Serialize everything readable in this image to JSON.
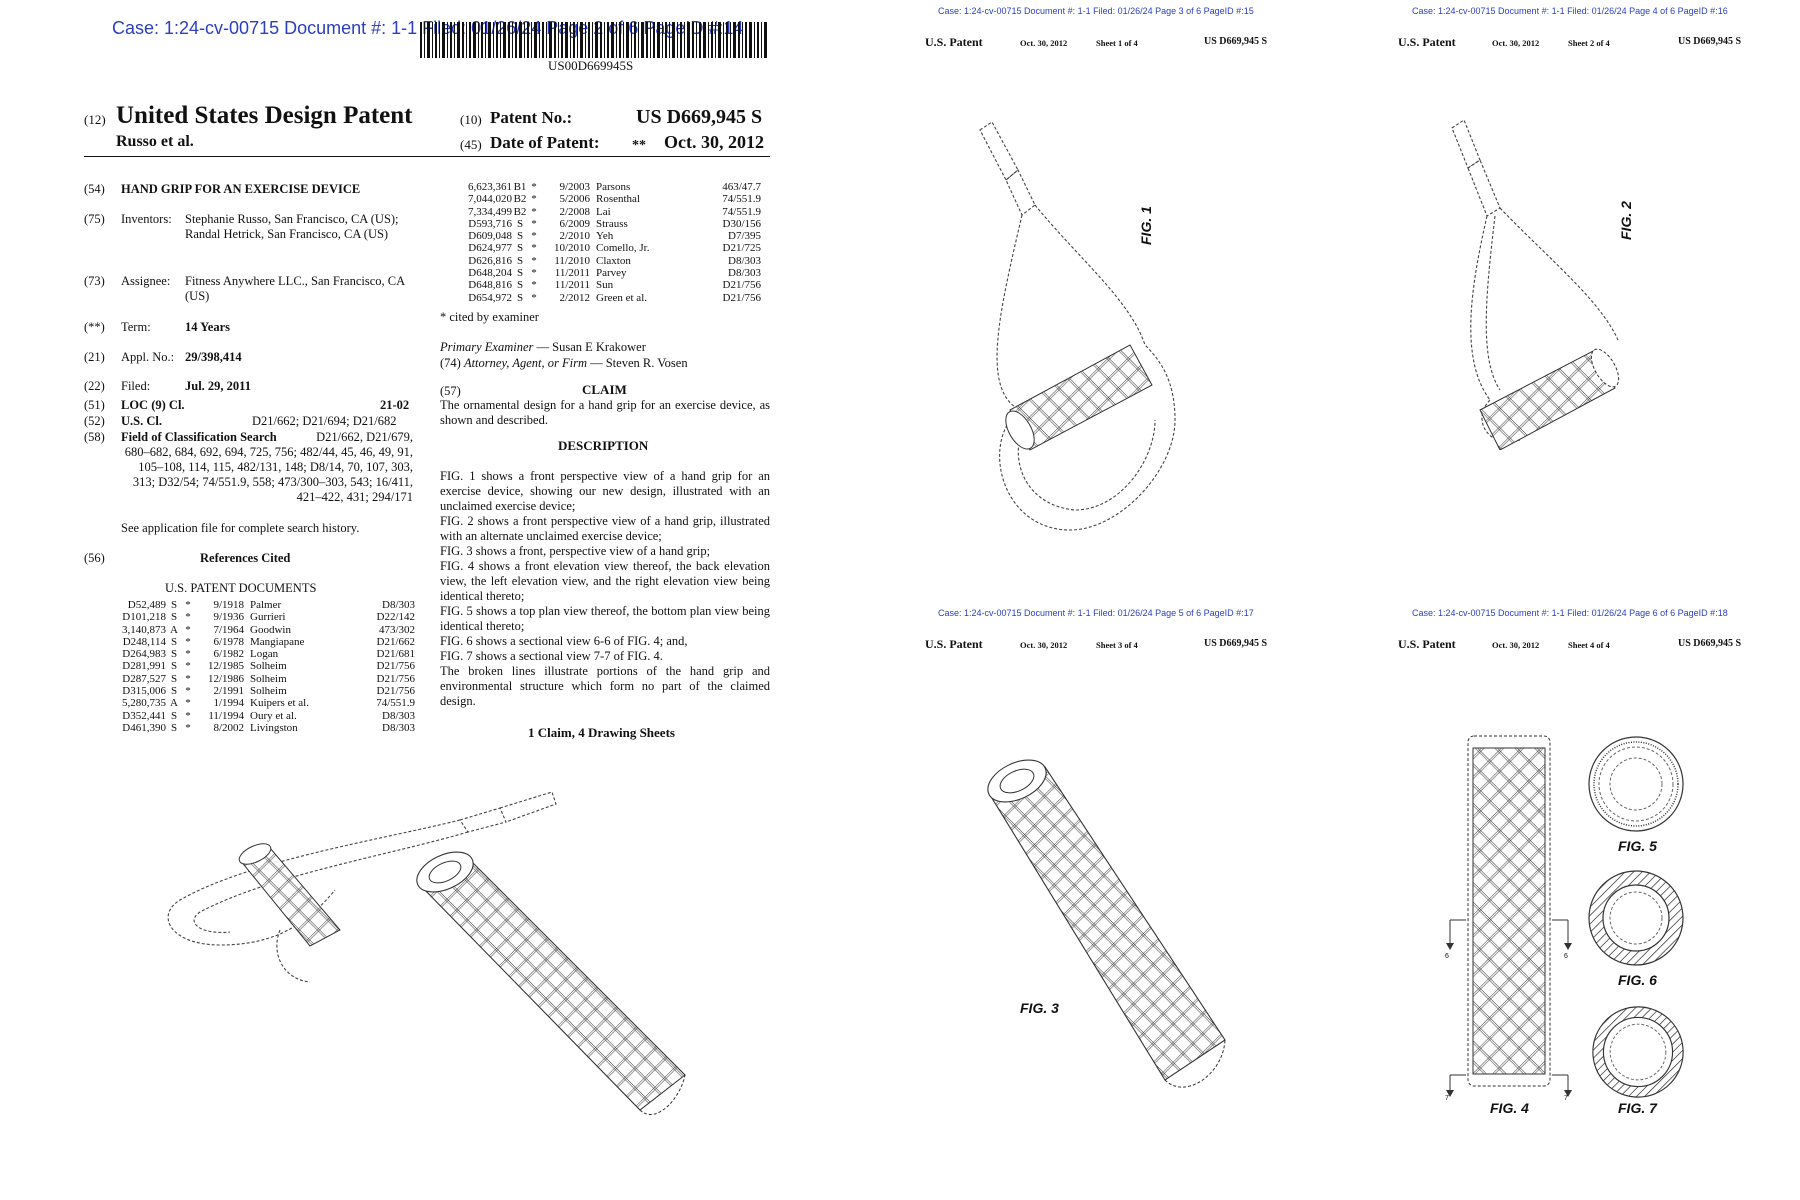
{
  "page1": {
    "case_stamp": "Case: 1:24-cv-00715 Document #: 1-1 Filed: 01/26/24 Page 2 of 6 PageID #:14",
    "barcode_number": "US00D669945S",
    "doc_kind_code": "(12)",
    "doc_title": "United States Design Patent",
    "inventor_short": "Russo et al.",
    "patent_no_code": "(10)",
    "patent_no_label": "Patent No.:",
    "patent_no_value": "US D669,945 S",
    "date_code": "(45)",
    "date_label": "Date of Patent:",
    "date_stars": "**",
    "date_value": "Oct. 30, 2012",
    "title_code": "(54)",
    "title": "HAND GRIP FOR AN EXERCISE DEVICE",
    "inventors_code": "(75)",
    "inventors_label": "Inventors:",
    "inventors_value": "Stephanie Russo, San Francisco, CA (US); Randal Hetrick, San Francisco, CA (US)",
    "assignee_code": "(73)",
    "assignee_label": "Assignee:",
    "assignee_value": "Fitness Anywhere LLC., San Francisco, CA (US)",
    "term_code": "(**)",
    "term_label": "Term:",
    "term_value": "14 Years",
    "appl_code": "(21)",
    "appl_label": "Appl. No.:",
    "appl_value": "29/398,414",
    "filed_code": "(22)",
    "filed_label": "Filed:",
    "filed_value": "Jul. 29, 2011",
    "loc_code": "(51)",
    "loc_label": "LOC (9) Cl.",
    "loc_value": "21-02",
    "uscl_code": "(52)",
    "uscl_label": "U.S. Cl.",
    "uscl_value": "D21/662; D21/694; D21/682",
    "field_code": "(58)",
    "field_label": "Field of Classification Search",
    "field_value": "D21/662, D21/679, 680–682, 684, 692, 694, 725, 756; 482/44, 45, 46, 49, 91, 105–108, 114, 115, 482/131, 148; D8/14, 70, 107, 303, 313; D32/54; 74/551.9, 558; 473/300–303, 543; 16/411, 421–422, 431; 294/171",
    "field_note": "See application file for complete search history.",
    "refs_code": "(56)",
    "refs_title": "References Cited",
    "refs_subtitle": "U.S. PATENT DOCUMENTS",
    "refs_left": [
      {
        "num": "D52,489",
        "kind": "S",
        "star": "*",
        "date": "9/1918",
        "name": "Palmer",
        "cls": "D8/303"
      },
      {
        "num": "D101,218",
        "kind": "S",
        "star": "*",
        "date": "9/1936",
        "name": "Gurrieri",
        "cls": "D22/142"
      },
      {
        "num": "3,140,873",
        "kind": "A",
        "star": "*",
        "date": "7/1964",
        "name": "Goodwin",
        "cls": "473/302"
      },
      {
        "num": "D248,114",
        "kind": "S",
        "star": "*",
        "date": "6/1978",
        "name": "Mangiapane",
        "cls": "D21/662"
      },
      {
        "num": "D264,983",
        "kind": "S",
        "star": "*",
        "date": "6/1982",
        "name": "Logan",
        "cls": "D21/681"
      },
      {
        "num": "D281,991",
        "kind": "S",
        "star": "*",
        "date": "12/1985",
        "name": "Solheim",
        "cls": "D21/756"
      },
      {
        "num": "D287,527",
        "kind": "S",
        "star": "*",
        "date": "12/1986",
        "name": "Solheim",
        "cls": "D21/756"
      },
      {
        "num": "D315,006",
        "kind": "S",
        "star": "*",
        "date": "2/1991",
        "name": "Solheim",
        "cls": "D21/756"
      },
      {
        "num": "5,280,735",
        "kind": "A",
        "star": "*",
        "date": "1/1994",
        "name": "Kuipers et al.",
        "cls": "74/551.9"
      },
      {
        "num": "D352,441",
        "kind": "S",
        "star": "*",
        "date": "11/1994",
        "name": "Oury et al.",
        "cls": "D8/303"
      },
      {
        "num": "D461,390",
        "kind": "S",
        "star": "*",
        "date": "8/2002",
        "name": "Livingston",
        "cls": "D8/303"
      }
    ],
    "refs_right": [
      {
        "num": "6,623,361",
        "kind": "B1",
        "star": "*",
        "date": "9/2003",
        "name": "Parsons",
        "cls": "463/47.7"
      },
      {
        "num": "7,044,020",
        "kind": "B2",
        "star": "*",
        "date": "5/2006",
        "name": "Rosenthal",
        "cls": "74/551.9"
      },
      {
        "num": "7,334,499",
        "kind": "B2",
        "star": "*",
        "date": "2/2008",
        "name": "Lai",
        "cls": "74/551.9"
      },
      {
        "num": "D593,716",
        "kind": "S",
        "star": "*",
        "date": "6/2009",
        "name": "Strauss",
        "cls": "D30/156"
      },
      {
        "num": "D609,048",
        "kind": "S",
        "star": "*",
        "date": "2/2010",
        "name": "Yeh",
        "cls": "D7/395"
      },
      {
        "num": "D624,977",
        "kind": "S",
        "star": "*",
        "date": "10/2010",
        "name": "Comello, Jr.",
        "cls": "D21/725"
      },
      {
        "num": "D626,816",
        "kind": "S",
        "star": "*",
        "date": "11/2010",
        "name": "Claxton",
        "cls": "D8/303"
      },
      {
        "num": "D648,204",
        "kind": "S",
        "star": "*",
        "date": "11/2011",
        "name": "Parvey",
        "cls": "D8/303"
      },
      {
        "num": "D648,816",
        "kind": "S",
        "star": "*",
        "date": "11/2011",
        "name": "Sun",
        "cls": "D21/756"
      },
      {
        "num": "D654,972",
        "kind": "S",
        "star": "*",
        "date": "2/2012",
        "name": "Green et al.",
        "cls": "D21/756"
      }
    ],
    "cited_note": "* cited by examiner",
    "examiner_label": "Primary Examiner",
    "examiner_value": "— Susan E Krakower",
    "attorney_code": "(74)",
    "attorney_label": "Attorney, Agent, or Firm",
    "attorney_value": "— Steven R. Vosen",
    "claim_code": "(57)",
    "claim_title": "CLAIM",
    "claim_text": "The ornamental design for a hand grip for an exercise device, as shown and described.",
    "description_title": "DESCRIPTION",
    "description": [
      "FIG. 1 shows a front perspective view of a hand grip for an exercise device, showing our new design, illustrated with an unclaimed exercise device;",
      "FIG. 2 shows a front perspective view of a hand grip, illustrated with an alternate unclaimed exercise device;",
      "FIG. 3 shows a front, perspective view of a hand grip;",
      "FIG. 4 shows a front elevation view thereof, the back elevation view, the left elevation view, and the right elevation view being identical thereto;",
      "FIG. 5 shows a top plan view thereof, the bottom plan view being identical thereto;",
      "FIG. 6 shows a sectional view 6-6 of FIG. 4; and,",
      "FIG. 7 shows a sectional view 7-7 of FIG. 4.",
      "The broken lines illustrate portions of the hand grip and environmental structure which form no part of the claimed design."
    ],
    "claims_summary": "1 Claim, 4 Drawing Sheets"
  },
  "sheets": [
    {
      "stamp": "Case: 1:24-cv-00715 Document #: 1-1 Filed: 01/26/24 Page 3 of 6 PageID #:15",
      "left": "U.S. Patent",
      "date": "Oct. 30, 2012",
      "sheet": "Sheet 1 of 4",
      "num": "US D669,945 S",
      "fig": "FIG. 1"
    },
    {
      "stamp": "Case: 1:24-cv-00715 Document #: 1-1 Filed: 01/26/24 Page 4 of 6 PageID #:16",
      "left": "U.S. Patent",
      "date": "Oct. 30, 2012",
      "sheet": "Sheet 2 of 4",
      "num": "US D669,945 S",
      "fig": "FIG. 2"
    },
    {
      "stamp": "Case: 1:24-cv-00715 Document #: 1-1 Filed: 01/26/24 Page 5 of 6 PageID #:17",
      "left": "U.S. Patent",
      "date": "Oct. 30, 2012",
      "sheet": "Sheet 3 of 4",
      "num": "US D669,945 S",
      "fig": "FIG. 3"
    },
    {
      "stamp": "Case: 1:24-cv-00715 Document #: 1-1 Filed: 01/26/24 Page 6 of 6 PageID #:18",
      "left": "U.S. Patent",
      "date": "Oct. 30, 2012",
      "sheet": "Sheet 4 of 4",
      "num": "US D669,945 S",
      "fig4": "FIG. 4",
      "fig5": "FIG. 5",
      "fig6": "FIG. 6",
      "fig7": "FIG. 7",
      "sec6": "6",
      "sec7": "7"
    }
  ]
}
